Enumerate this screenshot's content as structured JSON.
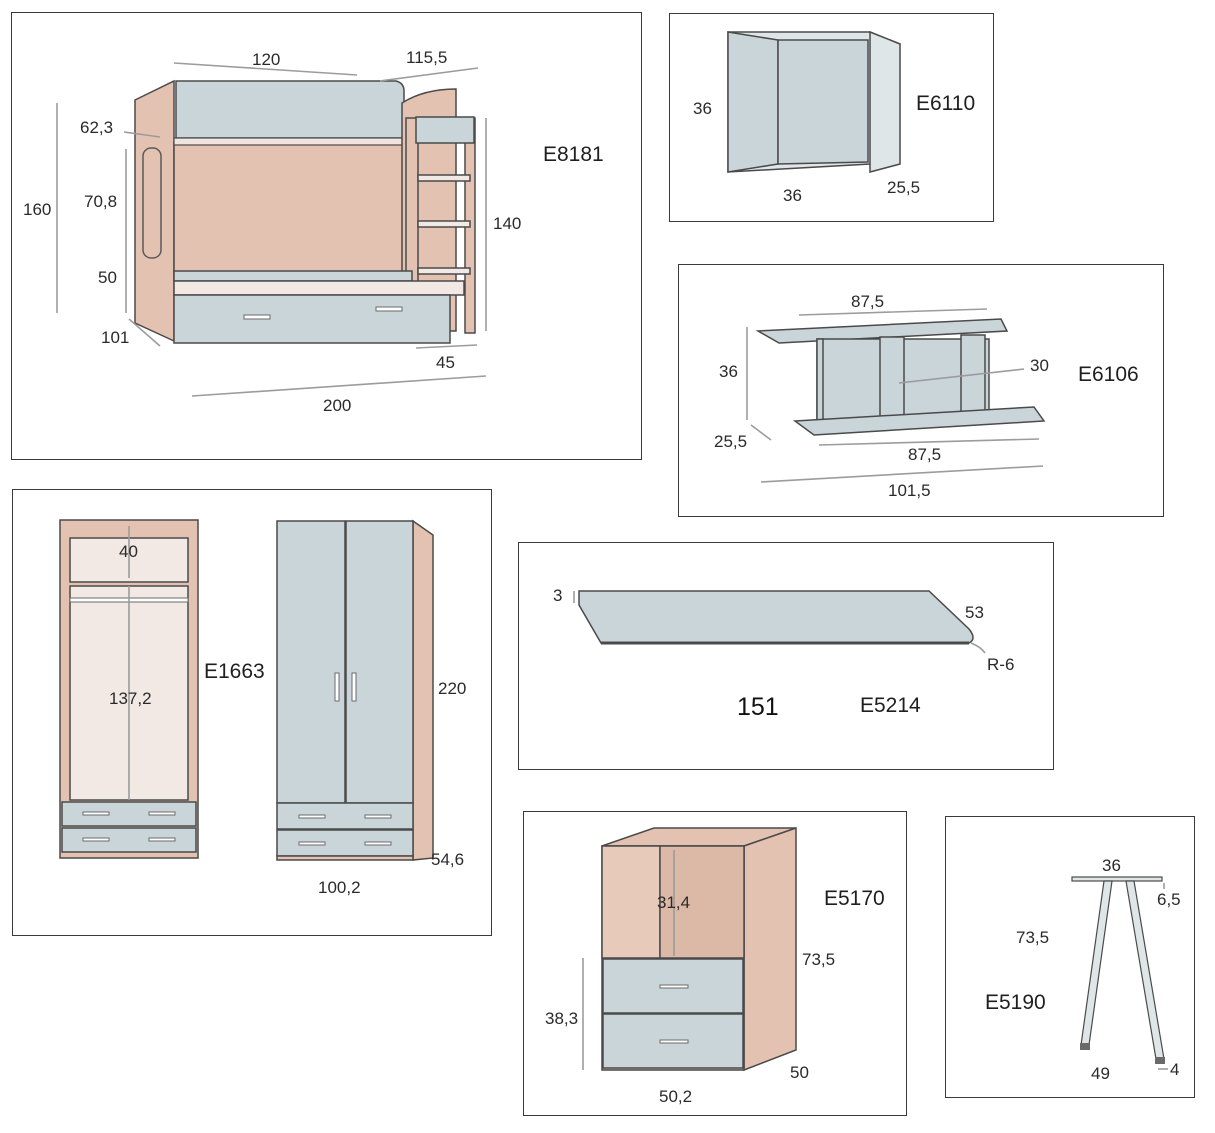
{
  "panels": {
    "bunk": {
      "code": "E8181",
      "dims": [
        "120",
        "115,5",
        "62,3",
        "160",
        "70,8",
        "140",
        "50",
        "101",
        "45",
        "200"
      ]
    },
    "cube": {
      "code": "E6110",
      "dims": [
        "36",
        "36",
        "25,5"
      ]
    },
    "shelf": {
      "code": "E6106",
      "dims": [
        "87,5",
        "36",
        "30",
        "25,5",
        "87,5",
        "101,5"
      ]
    },
    "wardrobe": {
      "code": "E1663",
      "dims": [
        "40",
        "137,2",
        "220",
        "100,2",
        "54,6"
      ]
    },
    "desk": {
      "code": "E5214",
      "dims": [
        "3",
        "53",
        "R-6",
        "151"
      ]
    },
    "chest": {
      "code": "E5170",
      "dims": [
        "31,4",
        "73,5",
        "38,3",
        "50,2",
        "50"
      ]
    },
    "table": {
      "code": "E5190",
      "dims": [
        "36",
        "6,5",
        "73,5",
        "49",
        "4"
      ]
    }
  }
}
